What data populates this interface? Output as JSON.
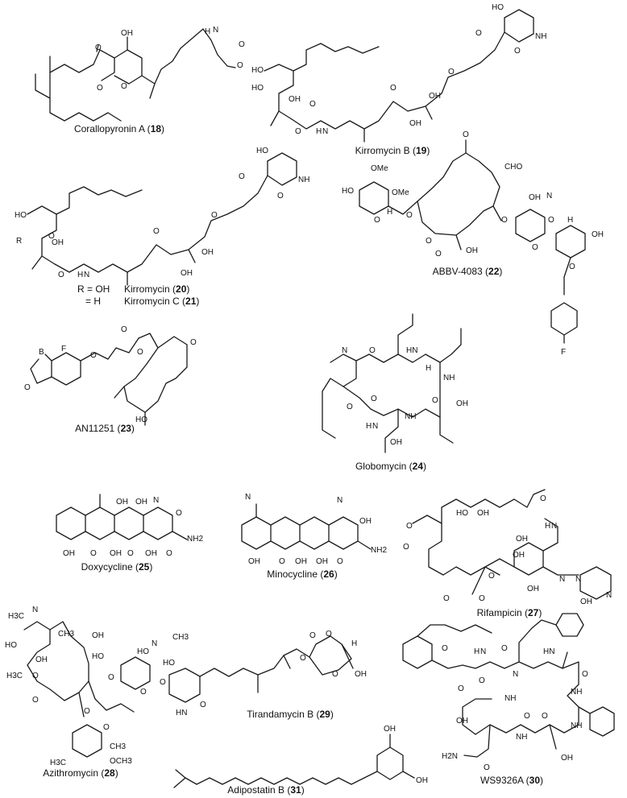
{
  "compounds": [
    {
      "name": "Corallopyronin A",
      "number": "18"
    },
    {
      "name": "Kirromycin B",
      "number": "19"
    },
    {
      "name": "Kirromycin",
      "number": "20"
    },
    {
      "name": "Kirromycin C",
      "number": "21"
    },
    {
      "name": "ABBV-4083",
      "number": "22"
    },
    {
      "name": "AN11251",
      "number": "23"
    },
    {
      "name": "Globomycin",
      "number": "24"
    },
    {
      "name": "Doxycycline",
      "number": "25"
    },
    {
      "name": "Minocycline",
      "number": "26"
    },
    {
      "name": "Rifampicin",
      "number": "27"
    },
    {
      "name": "Azithromycin",
      "number": "28"
    },
    {
      "name": "Tirandamycin B",
      "number": "29"
    },
    {
      "name": "WS9326A",
      "number": "30"
    },
    {
      "name": "Adipostatin B",
      "number": "31"
    }
  ],
  "r_group_labels": {
    "r_oh": "R = OH",
    "r_h": "= H",
    "kirromycin": "Kirromycin (",
    "kirromycin_c": "Kirromycin C ("
  },
  "atom_labels": {
    "oh": "OH",
    "ho": "HO",
    "o": "O",
    "n": "N",
    "h": "H",
    "nh": "NH",
    "hn": "HN",
    "nh2": "NH2",
    "h2n": "H2N",
    "f": "F",
    "b": "B",
    "r": "R",
    "ome": "OMe",
    "cho": "CHO",
    "och3": "OCH3",
    "ch3": "CH3",
    "h3c": "H3C"
  }
}
